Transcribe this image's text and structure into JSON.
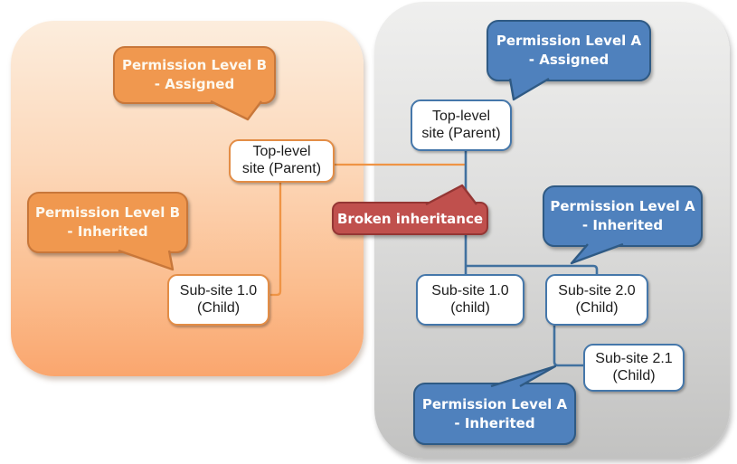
{
  "left_panel": {
    "assigned_bubble": {
      "line1": "Permission Level B",
      "line2": "- Assigned"
    },
    "inherited_bubble": {
      "line1": "Permission Level B",
      "line2": "- Inherited"
    },
    "top_site": {
      "line1": "Top-level",
      "line2": "site (Parent)"
    },
    "sub_site_10": {
      "line1": "Sub-site 1.0",
      "line2": "(Child)"
    }
  },
  "right_panel": {
    "assigned_bubble": {
      "line1": "Permission Level A",
      "line2": "- Assigned"
    },
    "inherited_bubble_mid": {
      "line1": "Permission Level A",
      "line2": "- Inherited"
    },
    "inherited_bubble_bottom": {
      "line1": "Permission Level A",
      "line2": "- Inherited"
    },
    "top_site": {
      "line1": "Top-level",
      "line2": "site (Parent)"
    },
    "sub_site_10": {
      "line1": "Sub-site 1.0",
      "line2": "(child)"
    },
    "sub_site_20": {
      "line1": "Sub-site 2.0",
      "line2": "(Child)"
    },
    "sub_site_21": {
      "line1": "Sub-site 2.1",
      "line2": "(Child)"
    }
  },
  "broken_inheritance": {
    "label": "Broken inheritance"
  },
  "colors": {
    "orange_bubble_fill": "#f0984f",
    "orange_bubble_border": "#c8773a",
    "blue_bubble_fill": "#4f81bd",
    "blue_bubble_border": "#2f5a84",
    "red_fill": "#c0504d",
    "red_border": "#943634",
    "orange_connector": "#ef9445",
    "blue_connector": "#41719f",
    "orange_panel_bottom": "#faa66e",
    "gray_panel_bottom": "#c2c2c1"
  }
}
